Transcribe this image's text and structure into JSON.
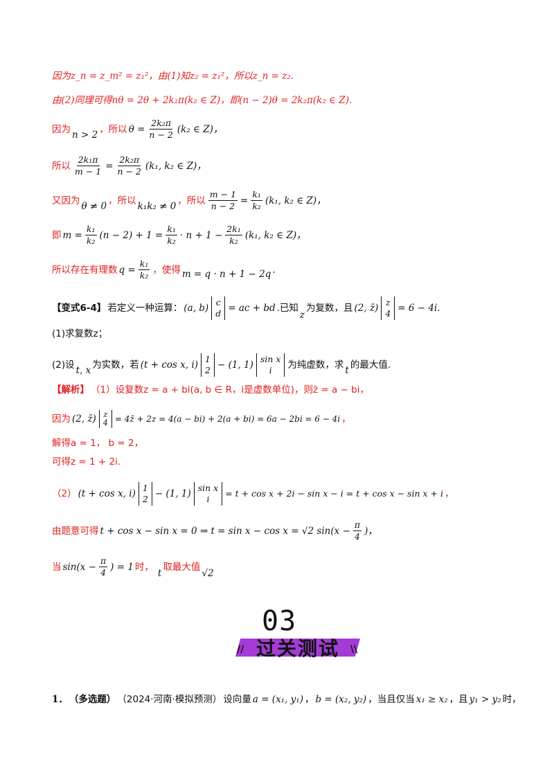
{
  "lines": {
    "l1": {
      "text": "因为z_n = z_m² = z₁²，由(1)知z₂ = z₁²，所以z_n = z₂."
    },
    "l2": {
      "text": "由(2)同理可得nθ = 2θ + 2k₂π(k₂ ∈ Z)，即(n − 2)θ = 2k₂π(k₂ ∈ Z)."
    },
    "l3": {
      "prefix": "因为",
      "cond": "n > 2",
      "mid": "，所以",
      "lhs": "θ =",
      "num": "2k₂π",
      "den": "n − 2",
      "tail": "(k₂ ∈ Z)，"
    },
    "l4": {
      "prefix": "所以",
      "num1": "2k₁π",
      "den1": "m − 1",
      "eq": "=",
      "num2": "2k₂π",
      "den2": "n − 2",
      "tail": "(k₁, k₂ ∈ Z)，"
    },
    "l5": {
      "prefix": "又因为",
      "c1": "θ ≠ 0",
      "mid": "，所以",
      "c2": "k₁k₂ ≠ 0",
      "mid2": "，所以",
      "num1": "m − 1",
      "den1": "n − 2",
      "eq": "=",
      "num2": "k₁",
      "den2": "k₂",
      "tail": "(k₁, k₂ ∈ Z)，"
    },
    "l6": {
      "prefix": "即",
      "lhs": "m =",
      "n1": "k₁",
      "d1": "k₂",
      "p1": "(n − 2) + 1 =",
      "n2": "k₁",
      "d2": "k₂",
      "p2": "· n + 1 −",
      "n3": "2k₁",
      "d3": "k₂",
      "tail": "(k₁, k₂ ∈ Z)，"
    },
    "l7": {
      "prefix": "所以存在有理数",
      "lhs": "q =",
      "num": "k₁",
      "den": "k₂",
      "mid": "，使得",
      "expr": "m = q · n + 1 − 2q",
      "end": "."
    },
    "l8": {
      "label": "【变式6-4】",
      "t1": "若定义一种运算：",
      "pair": "(a, b)",
      "v1": "c",
      "v2": "d",
      "rhs": "= ac + bd",
      "t2": ".已知",
      "z": "z",
      "t3": "为复数，且",
      "pair2": "(2, z̄)",
      "v3": "z",
      "v4": "4",
      "rhs2": "= 6 − 4i."
    },
    "l9": {
      "text": "(1)求复数z；"
    },
    "l10": {
      "t1": "(2)设",
      "vars": "t, x",
      "t2": "为实数，若",
      "p1": "(t + cos x, i)",
      "v1": "1",
      "v2": "2",
      "minus": "− (1, 1)",
      "v3": "sin x",
      "v4": "i",
      "t3": "为纯虚数，求",
      "t": "t",
      "t4": "的最大值."
    },
    "l11": {
      "label": "【解析】",
      "text": "（1）设复数z = a + bi(a, b ∈ R，i是虚数单位)，则z̄ = a − bi，"
    },
    "l12": {
      "prefix": "因为",
      "pair": "(2, z̄)",
      "v1": "z",
      "v2": "4",
      "expr": "= 4z̄ + 2z = 4(a − bi) + 2(a + bi) = 6a − 2bi = 6 − 4i",
      "end": "，"
    },
    "l13": {
      "text": "解得a = 1，  b = 2，"
    },
    "l14": {
      "text": "可得z = 1 + 2i."
    },
    "l15": {
      "prefix": "（2）",
      "p1": "(t + cos x, i)",
      "v1": "1",
      "v2": "2",
      "minus": "− (1, 1)",
      "v3": "sin x",
      "v4": "i",
      "expr": "= t + cos x + 2i − sin x − i = t + cos x − sin x + i",
      "end": "，"
    },
    "l16": {
      "prefix": "由题意可得",
      "expr": "t + cos x − sin x = 0 ⇒ t = sin x − cos x = √2 sin(x −",
      "num": "π",
      "den": "4",
      "end": ")，"
    },
    "l17": {
      "prefix": "当",
      "expr": "sin(x −",
      "num": "π",
      "den": "4",
      "expr2": ") = 1",
      "mid": "时，",
      "t": "t",
      "tail": "取最大值",
      "val": "√2"
    },
    "l18": {
      "num": "1．",
      "tag": "（多选题）",
      "src": "（2024·河南·模拟预测）",
      "t1": "设向量",
      "a": "a = (x₁, y₁)",
      "sep": "，",
      "b": "b = (x₂, y₂)",
      "t2": "，当且仅当",
      "c1": "x₁ ≥ x₂",
      "t3": "，且",
      "c2": "y₁ > y₂",
      "t4": "时，"
    }
  },
  "section": {
    "number": "03",
    "title": "过关测试",
    "left_mark": "//",
    "right_mark": "\\\\"
  },
  "colors": {
    "red": "#e02020",
    "purple_band": "#a43bd6"
  }
}
